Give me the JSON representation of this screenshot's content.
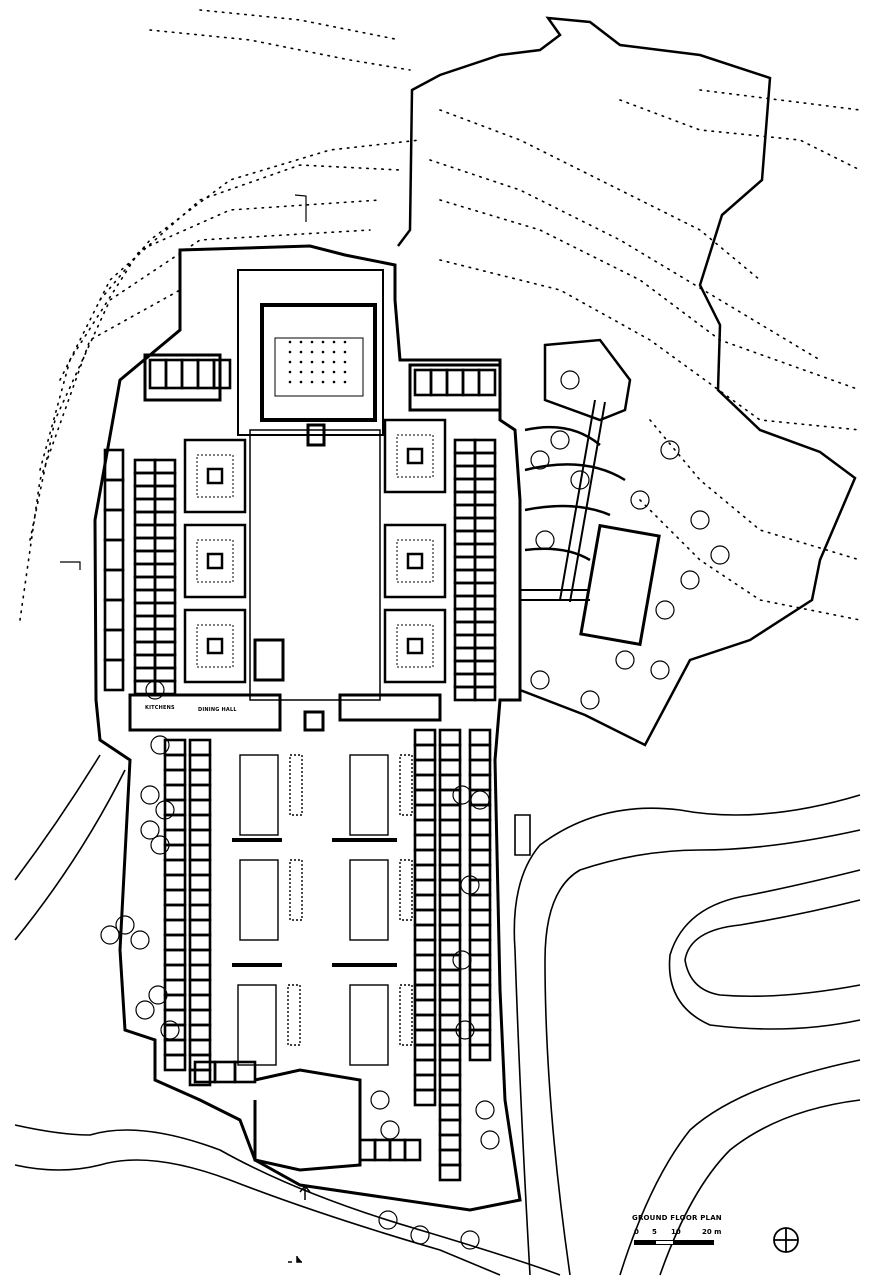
{
  "drawing": {
    "title": "GROUND FLOOR PLAN",
    "scale": {
      "ticks": [
        "0",
        "5",
        "10",
        "20 m"
      ]
    },
    "room_labels": {
      "kitchens": "KITCHENS",
      "dining_hall": "DINING HALL"
    },
    "north_symbol": "north-arrow-icon",
    "ink_color": "#000000",
    "paper_color": "#ffffff"
  }
}
